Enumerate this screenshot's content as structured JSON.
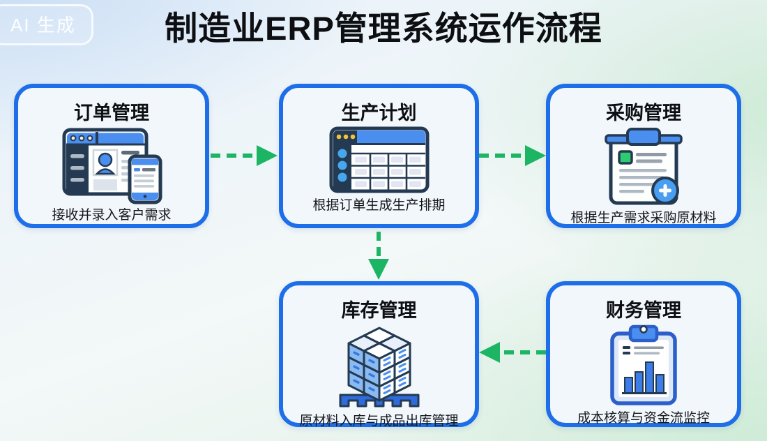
{
  "badge": {
    "label": "AI 生成"
  },
  "title": "制造业ERP管理系统运作流程",
  "colors": {
    "card_border_blue": "#1d6ee8",
    "arrow_green": "#1cb564",
    "icon_blue": "#4a8ef0",
    "icon_navy": "#243a52",
    "icon_green": "#2ecc71",
    "pallet_blue": "#2f6bd9",
    "dot_yellow": "#f3c239",
    "title_black": "#0d0f12"
  },
  "cards": [
    {
      "id": "order",
      "title": "订单管理",
      "description": "接收并录入客户需求",
      "icon": "browser-customer-phone-icon"
    },
    {
      "id": "production",
      "title": "生产计划",
      "description": "根据订单生成生产排期",
      "icon": "schedule-table-icon"
    },
    {
      "id": "procurement",
      "title": "采购管理",
      "description": "根据生产需求采购原材料",
      "icon": "purchase-clipboard-plus-icon"
    },
    {
      "id": "inventory",
      "title": "库存管理",
      "description": "原材料入库与成品出库管理",
      "icon": "pallet-stacked-boxes-icon"
    },
    {
      "id": "finance",
      "title": "财务管理",
      "description": "成本核算与资金流监控",
      "icon": "finance-clipboard-chart-icon"
    }
  ],
  "arrows": [
    {
      "from": "order",
      "to": "production",
      "direction": "right",
      "style": "dashed-green"
    },
    {
      "from": "production",
      "to": "procurement",
      "direction": "right",
      "style": "dashed-green"
    },
    {
      "from": "production",
      "to": "inventory",
      "direction": "down",
      "style": "dashed-green"
    },
    {
      "from": "finance",
      "to": "inventory",
      "direction": "left",
      "style": "dashed-green"
    }
  ]
}
